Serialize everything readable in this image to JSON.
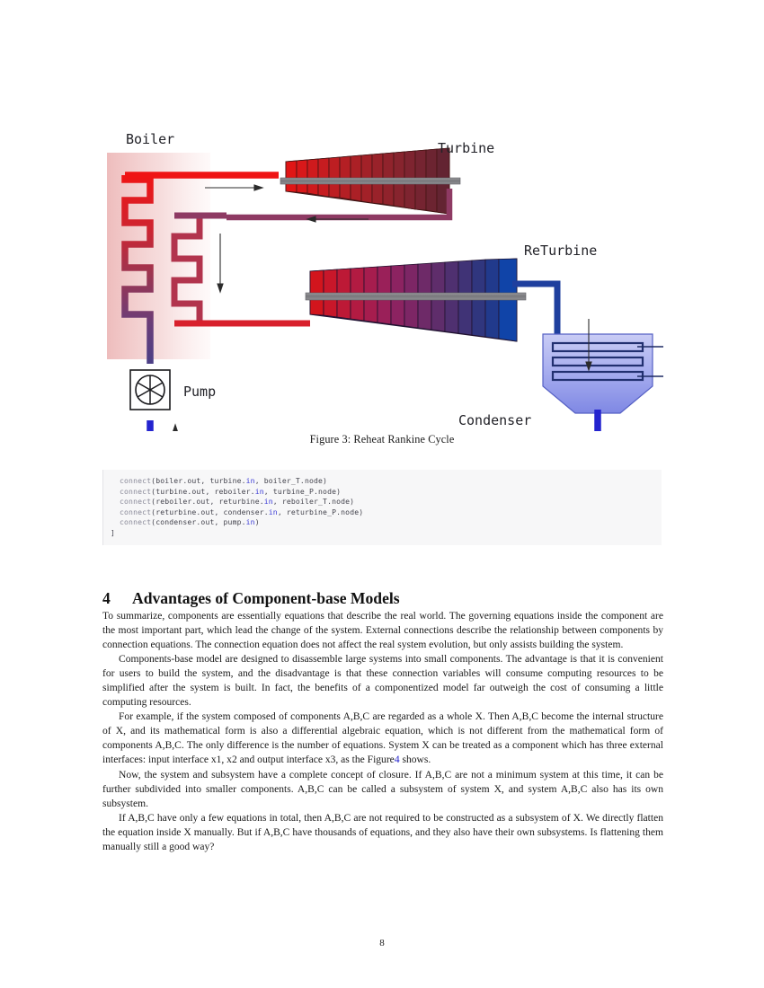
{
  "figure": {
    "caption": "Figure 3: Reheat Rankine Cycle",
    "labels": {
      "boiler": "Boiler",
      "turbine": "Turbine",
      "returbine": "ReTurbine",
      "condenser": "Condenser",
      "pump": "Pump"
    },
    "colors": {
      "hot_pipe": "#e8191b",
      "warm_pipe": "#8e3a63",
      "cool_pipe": "#2f2fc8",
      "cold_pipe": "#1f3f9e",
      "boiler_fill": "#f2c9c9",
      "shaft": "#808083",
      "condenser_fill": "#9aa2ec",
      "arrow": "#333333"
    }
  },
  "code": {
    "lines": [
      [
        {
          "t": "connect",
          "c": "fn"
        },
        {
          "t": "(boiler.out, turbine.",
          "c": "plain"
        },
        {
          "t": "in",
          "c": "kw"
        },
        {
          "t": ", boiler_T.node)",
          "c": "plain"
        }
      ],
      [
        {
          "t": "connect",
          "c": "fn"
        },
        {
          "t": "(turbine.out, reboiler.",
          "c": "plain"
        },
        {
          "t": "in",
          "c": "kw"
        },
        {
          "t": ", turbine_P.node)",
          "c": "plain"
        }
      ],
      [
        {
          "t": "connect",
          "c": "fn"
        },
        {
          "t": "(reboiler.out, returbine.",
          "c": "plain"
        },
        {
          "t": "in",
          "c": "kw"
        },
        {
          "t": ", reboiler_T.node)",
          "c": "plain"
        }
      ],
      [
        {
          "t": "connect",
          "c": "fn"
        },
        {
          "t": "(returbine.out, condenser.",
          "c": "plain"
        },
        {
          "t": "in",
          "c": "kw"
        },
        {
          "t": ", returbine_P.node)",
          "c": "plain"
        }
      ],
      [
        {
          "t": "connect",
          "c": "fn"
        },
        {
          "t": "(condenser.out, pump.",
          "c": "plain"
        },
        {
          "t": "in",
          "c": "kw"
        },
        {
          "t": ")",
          "c": "plain"
        }
      ],
      [
        {
          "t": "]",
          "c": "plain",
          "flush": true
        }
      ]
    ]
  },
  "section": {
    "number": "4",
    "title": "Advantages of Component-base Models"
  },
  "paragraphs": [
    {
      "indent": false,
      "text": "To summarize, components are essentially equations that describe the real world. The governing equations inside the component are the most important part, which lead the change of the system. External connections describe the relationship between components by connection equations. The connection equation does not affect the real system evolution, but only assists building the system."
    },
    {
      "indent": true,
      "text": "Components-base model are designed to disassemble large systems into small components. The advantage is that it is convenient for users to build the system, and the disadvantage is that these connection variables will consume computing resources to be simplified after the system is built. In fact, the benefits of a componentized model far outweigh the cost of consuming a little computing resources."
    },
    {
      "indent": true,
      "text_before_link": "For example, if the system composed of components A,B,C are regarded as a whole X. Then A,B,C become the internal structure of X, and its mathematical form is also a differential algebraic equation, which is not different from the mathematical form of components A,B,C. The only difference is the number of equations. System X can be treated as a component which has three external interfaces: input interface x1, x2 and output interface x3, as the Figure",
      "link": "4",
      "text_after_link": " shows."
    },
    {
      "indent": true,
      "text": "Now, the system and subsystem have a complete concept of closure. If A,B,C are not a minimum system at this time, it can be further subdivided into smaller components. A,B,C can be called a subsystem of system X, and system A,B,C also has its own subsystem."
    },
    {
      "indent": true,
      "text": "If A,B,C have only a few equations in total, then A,B,C are not required to be constructed as a subsystem of X. We directly flatten the equation inside X manually. But if A,B,C have thousands of equations, and they also have their own subsystems. Is flattening them manually still a good way?"
    }
  ],
  "page_number": "8"
}
